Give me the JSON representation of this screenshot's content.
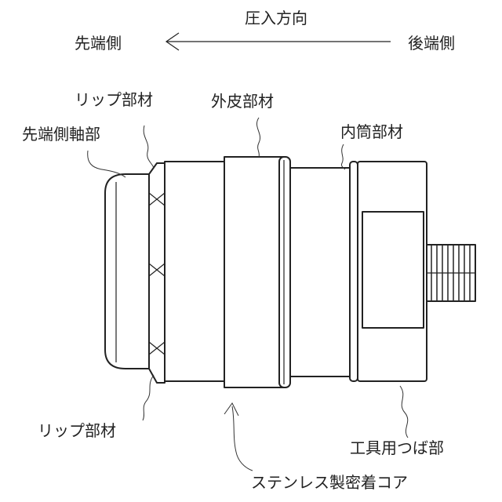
{
  "direction": {
    "title": "圧入方向",
    "front": "先端側",
    "rear": "後端側"
  },
  "labels": {
    "lip_member_top": "リップ部材",
    "front_shaft": "先端側軸部",
    "outer_skin": "外皮部材",
    "inner_tube": "内筒部材",
    "lip_member_bottom": "リップ部材",
    "tool_flange": "工具用つば部",
    "stainless_core": "ステンレス製密着コア"
  },
  "colors": {
    "line": "#222222",
    "background": "#ffffff"
  }
}
